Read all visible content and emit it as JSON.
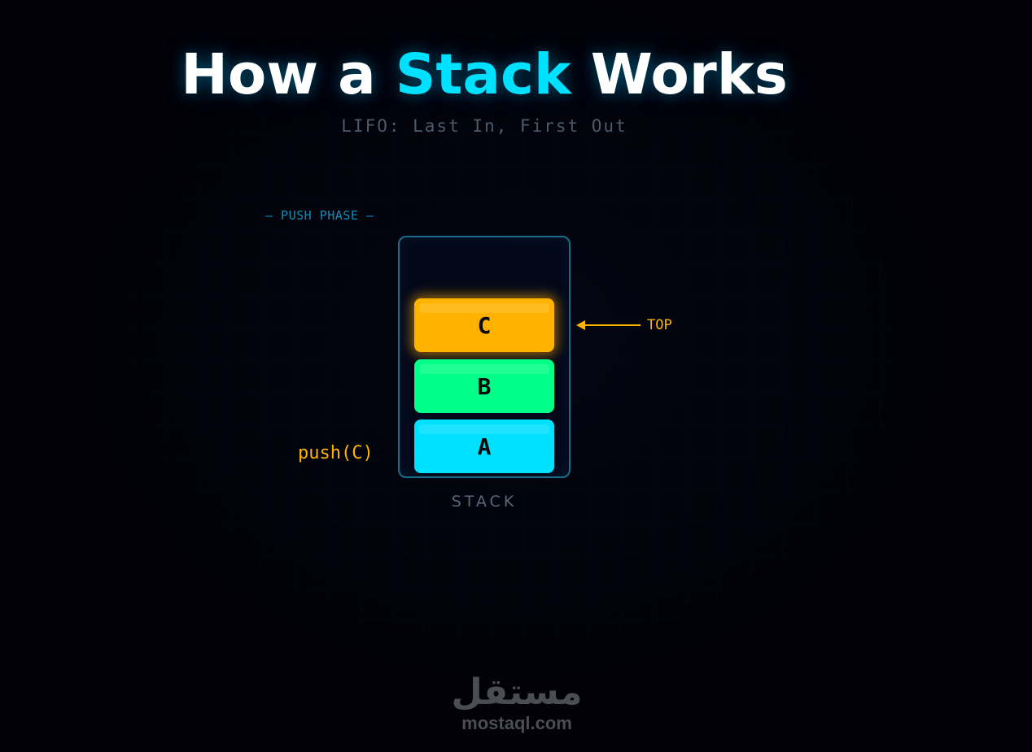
{
  "header": {
    "title_prefix": "How a ",
    "title_accent": "Stack",
    "title_suffix": " Works",
    "subtitle": "LIFO: Last In, First Out"
  },
  "diagram": {
    "phase_label": "— PUSH PHASE —",
    "stack_caption": "STACK",
    "operation": "push(C)",
    "top_pointer_label": "TOP",
    "blocks": [
      {
        "label": "C",
        "color": "#ffb300",
        "position": "top"
      },
      {
        "label": "B",
        "color": "#00ff88",
        "position": "middle"
      },
      {
        "label": "A",
        "color": "#00e1ff",
        "position": "bottom"
      }
    ]
  },
  "colors": {
    "background": "#010107",
    "accent_cyan": "#00e1ff",
    "accent_amber": "#ffb300",
    "accent_green": "#00ff88",
    "container_border": "#1a6d8a",
    "phase_label": "#0e8fb8",
    "muted_text": "#5a6878"
  },
  "watermark": {
    "arabic": "مستقل",
    "latin": "mostaql.com"
  }
}
